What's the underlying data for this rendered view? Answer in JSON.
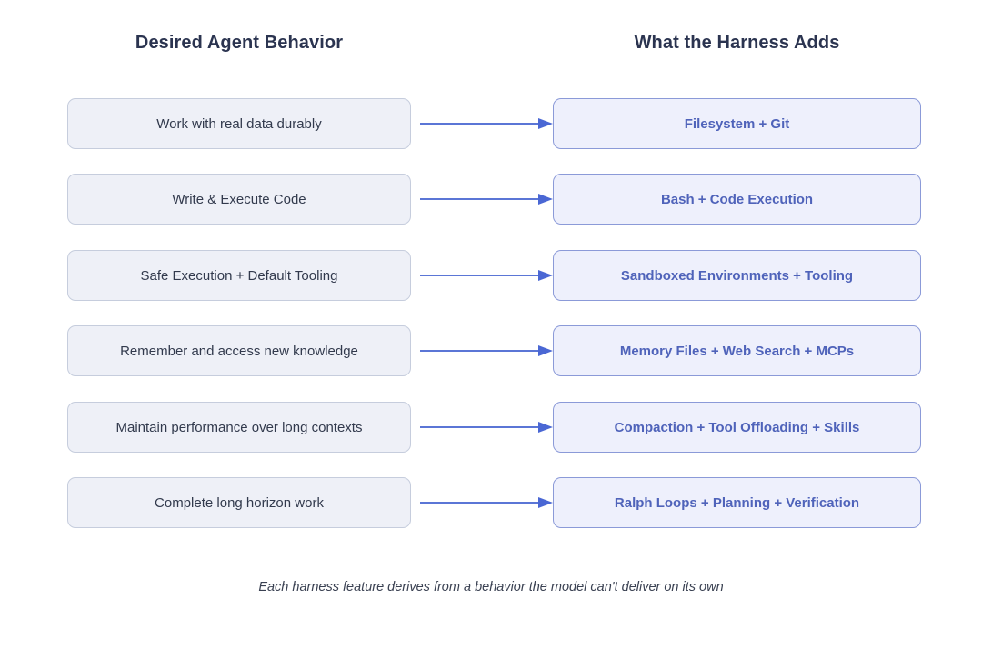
{
  "headers": {
    "left": "Desired Agent Behavior",
    "right": "What the Harness Adds"
  },
  "colors": {
    "header_text": "#2b3450",
    "behavior_fill": "#eef0f7",
    "behavior_border": "#c6cddd",
    "behavior_text": "#323a4d",
    "harness_fill": "#eef0fc",
    "harness_border": "#8b9ad8",
    "harness_text": "#4f63ba",
    "arrow": "#5b76d6",
    "background": "#ffffff",
    "caption_text": "#3a4152"
  },
  "rows": [
    {
      "behavior": "Work with real data durably",
      "harness": "Filesystem + Git"
    },
    {
      "behavior": "Write & Execute Code",
      "harness": "Bash + Code Execution"
    },
    {
      "behavior": "Safe Execution + Default Tooling",
      "harness": "Sandboxed Environments + Tooling"
    },
    {
      "behavior": "Remember and access new knowledge",
      "harness": "Memory Files + Web Search + MCPs"
    },
    {
      "behavior": "Maintain performance over long contexts",
      "harness": "Compaction + Tool Offloading + Skills"
    },
    {
      "behavior": "Complete long horizon work",
      "harness": "Ralph Loops + Planning + Verification"
    }
  ],
  "caption": "Each harness feature derives from a behavior the model can't deliver on its own"
}
